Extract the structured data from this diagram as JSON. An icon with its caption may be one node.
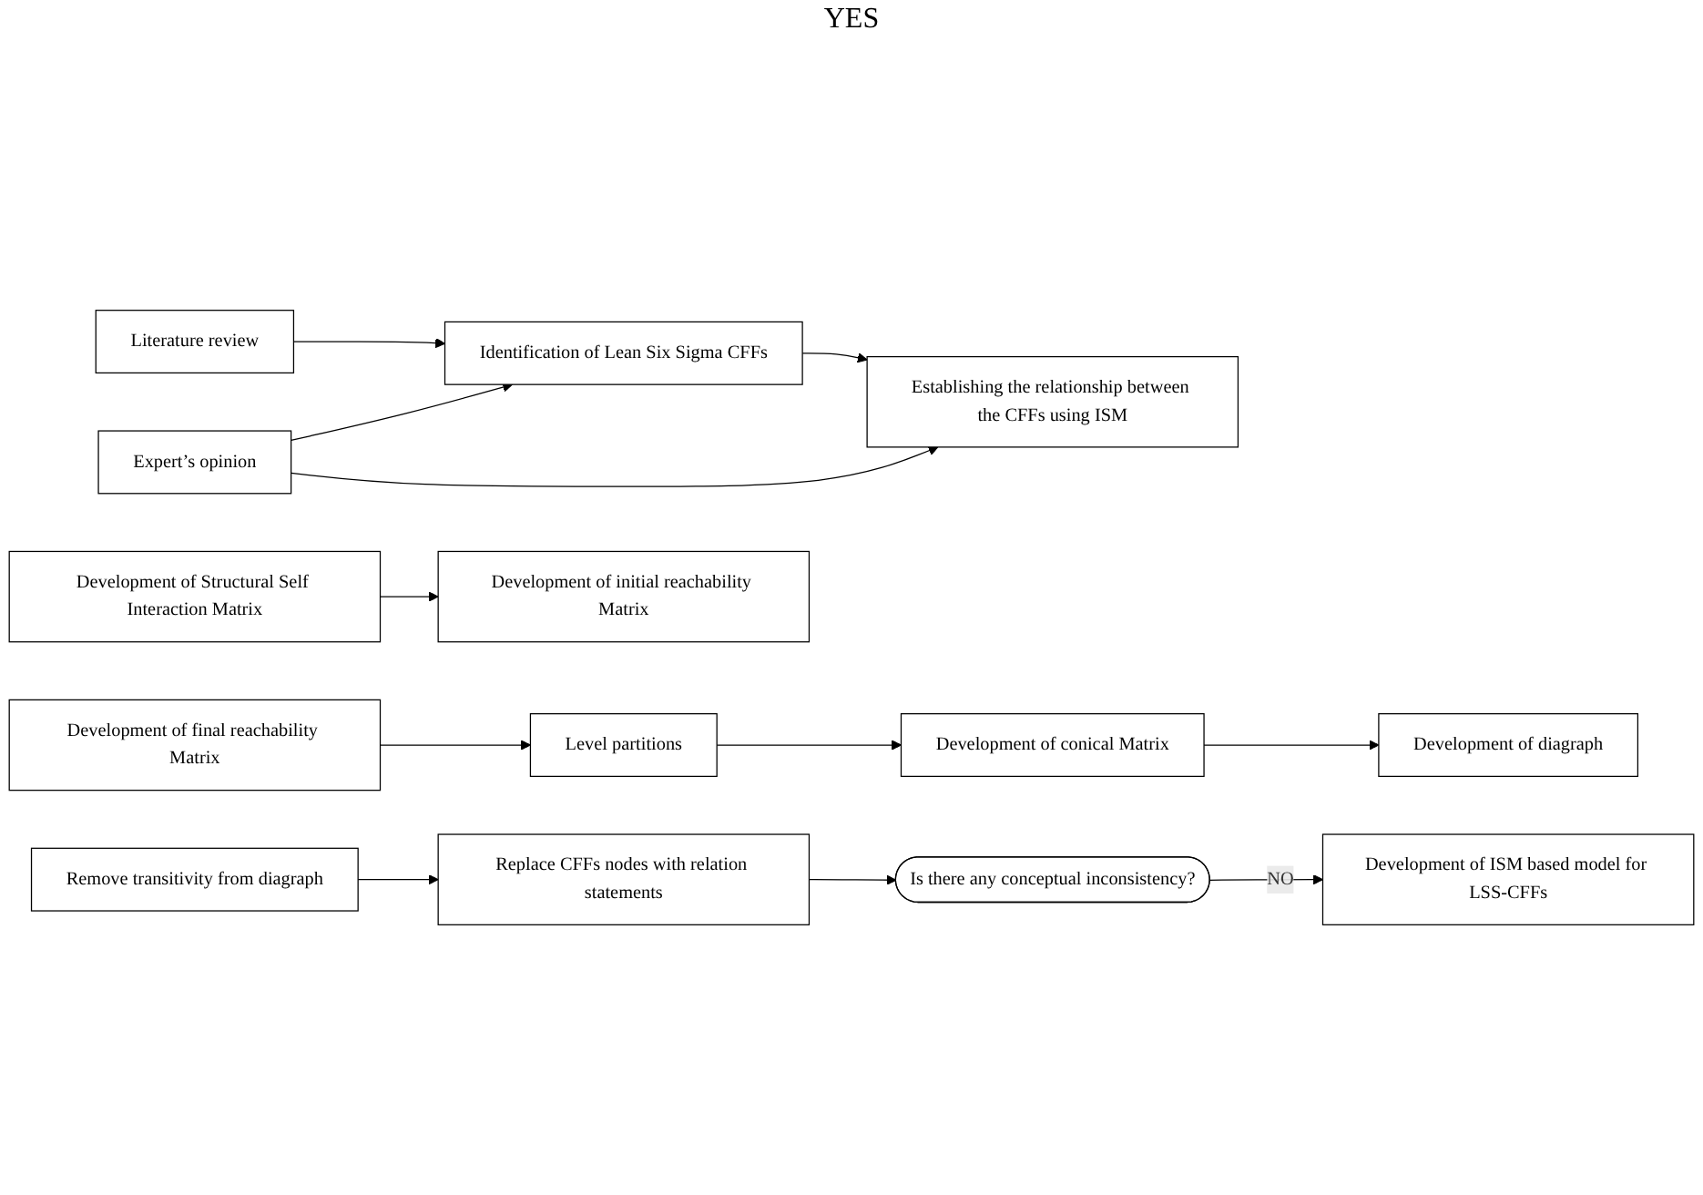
{
  "diagram": {
    "nodes": [
      {
        "text": [
          "Literature review"
        ]
      },
      {
        "text": [
          "Identification of Lean Six Sigma CFFs"
        ]
      },
      {
        "text": [
          "Establishing the relationship between the CFFs using ISM"
        ]
      },
      {
        "text": [
          "Expert’s opinion"
        ]
      },
      {
        "text": [
          "Development of Structural Self Interaction Matrix"
        ]
      },
      {
        "text": [
          "Development of initial reachability Matrix"
        ]
      },
      {
        "text": [
          "Level partitions"
        ]
      },
      {
        "text": [
          "Development of final reachability Matrix"
        ]
      },
      {
        "text": [
          "Development of conical Matrix"
        ]
      },
      {
        "text": [
          "Development of diagraph"
        ]
      },
      {
        "text": [
          "Remove transitivity from diagraph"
        ]
      },
      {
        "text": [
          "Replace CFFs nodes with relation statements"
        ]
      },
      {
        "text": [
          "Is there any conceptual inconsistency?"
        ]
      },
      {
        "text": [
          "Development of ISM based model for LSS-CFFs"
        ]
      }
    ],
    "edges": [
      {
        "from": 0,
        "to": 1,
        "arrow": "to"
      },
      {
        "from": 1,
        "to": 2,
        "arrow": "to"
      },
      {
        "from": 3,
        "to": 1,
        "arrow": "to"
      },
      {
        "from": 3,
        "to": 2,
        "arrow": "to"
      },
      {
        "from": 4,
        "to": 5,
        "arrow": "to"
      },
      {
        "from": 7,
        "to": 6,
        "arrow": "to"
      },
      {
        "from": 6,
        "to": 8,
        "arrow": "to"
      },
      {
        "from": 8,
        "to": 9,
        "arrow": "to"
      },
      {
        "from": 10,
        "to": 11,
        "arrow": "to"
      },
      {
        "from": 11,
        "to": 12,
        "arrow": "to"
      },
      {
        "from": 12,
        "to": 13,
        "label": "NO",
        "arrow": "to"
      }
    ],
    "labels": [
      "YES"
    ]
  }
}
